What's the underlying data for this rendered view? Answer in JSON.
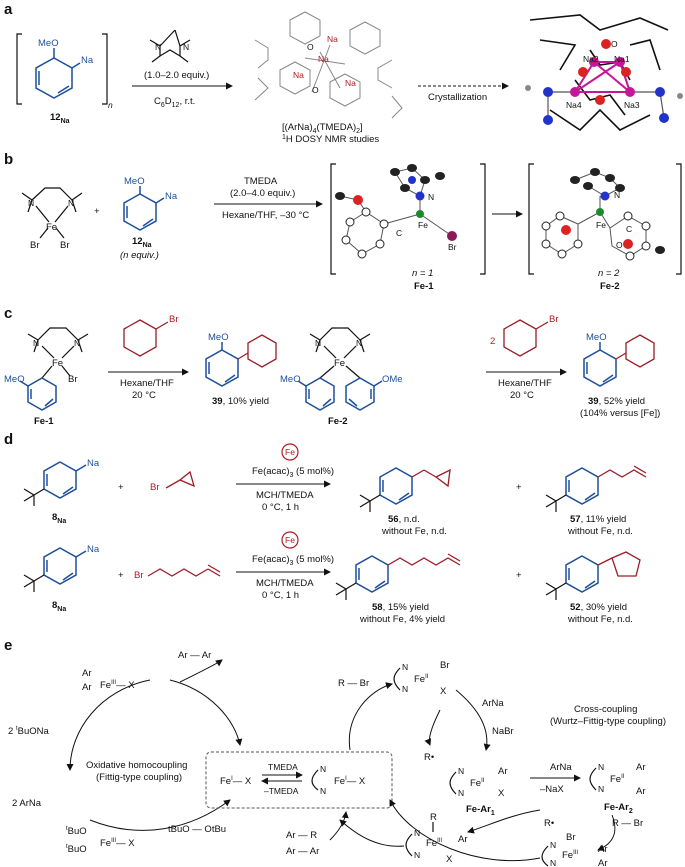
{
  "panels": {
    "a": {
      "letter": "a",
      "ome": "MeO",
      "na": "Na",
      "n_sub": "n",
      "compound": "12",
      "compound_sub": "Na",
      "reagent_equiv": "(1.0–2.0 equiv.)",
      "solvent_main": "C",
      "solvent_sub1": "6",
      "solvent_mid": "D",
      "solvent_sub2": "12",
      "solvent_end": ", r.t.",
      "complex_formula": "[(ArNa)",
      "complex_sub1": "4",
      "complex_mid": "(TMEDA)",
      "complex_sub2": "2",
      "complex_end": "]",
      "nmr_sup": "1",
      "nmr_text": "H DOSY NMR studies",
      "crystallization": "Crystallization",
      "atom_labels": [
        "Na",
        "Na",
        "Na",
        "Na",
        "O",
        "O"
      ],
      "crystal_labels": [
        "O",
        "Na2",
        "Na1",
        "Na4",
        "Na3"
      ]
    },
    "b": {
      "letter": "b",
      "fe": "Fe",
      "br1": "Br",
      "br2": "Br",
      "plus": "+",
      "ome": "MeO",
      "na": "Na",
      "compound": "12",
      "compound_sub": "Na",
      "n_equiv": "(n equiv.)",
      "tmeda": "TMEDA",
      "tmeda_equiv": "(2.0–4.0 equiv.)",
      "conditions": "Hexane/THF, –30 °C",
      "n1": "n = 1",
      "fe1": "Fe-1",
      "n2": "n = 2",
      "fe2": "Fe-2",
      "xlabels1": [
        "N",
        "Fe",
        "C",
        "Br"
      ],
      "xlabels2": [
        "N",
        "Fe",
        "C",
        "O"
      ]
    },
    "c": {
      "letter": "c",
      "fe": "Fe",
      "br": "Br",
      "fe1": "Fe-1",
      "cond1": "Hexane/THF",
      "temp1": "20 °C",
      "product1_num": "39",
      "product1_yield": ", 10% yield",
      "ome1": "MeO",
      "ome2": "OMe",
      "fe2": "Fe-2",
      "two": "2",
      "cond2": "Hexane/THF",
      "temp2": "20 °C",
      "product2_num": "39",
      "product2_yield": ", 52% yield",
      "product2_note": "(104% versus [Fe])",
      "ome_prod": "MeO"
    },
    "d": {
      "letter": "d",
      "na": "Na",
      "compound": "8",
      "compound_sub": "Na",
      "plus": "+",
      "br": "Br",
      "fe_circle": "Fe",
      "catalyst": "Fe(acac)",
      "catalyst_sub": "3",
      "catalyst_end": " (5 mol%)",
      "solvent": "MCH/TMEDA",
      "temp": "0 °C, 1 h",
      "row1": [
        {
          "num": "56",
          "text": ", n.d.",
          "note": "without Fe, n.d."
        },
        {
          "num": "57",
          "text": ", 11% yield",
          "note": "without Fe, n.d."
        }
      ],
      "row2": [
        {
          "num": "58",
          "text": ", 15% yield",
          "note": "without Fe, 4% yield"
        },
        {
          "num": "52",
          "text": ", 30% yield",
          "note": "without Fe, n.d."
        }
      ]
    },
    "e": {
      "letter": "e",
      "ar_ar_top": "Ar — Ar",
      "fe3_x": "Fe",
      "fe3_sup": "III",
      "x": "— X",
      "ar": "Ar",
      "buona": "2 ",
      "buona_sup": "t",
      "buona_end": "BuONa",
      "arna2": "2 ArNa",
      "homo_title": "Oxidative homocoupling",
      "homo_sub": "(Fittig-type coupling)",
      "buo": "BuO",
      "buo_sup": "t",
      "tbuo_otbu": "tBuO — OtBu",
      "fe1_x": "Fe",
      "fe1_sup": "I",
      "tmeda": "TMEDA",
      "minus_tmeda": "–TMEDA",
      "n": "N",
      "r_br": "R — Br",
      "fe2_sup": "II",
      "br": "Br",
      "arna": "ArNa",
      "nabr": "NaBr",
      "r_dot": "R•",
      "fe_ar1": "Fe-Ar",
      "fe_ar1_sub": "1",
      "minus_nax": "–NaX",
      "fe_ar2": "Fe-Ar",
      "fe_ar2_sub": "2",
      "cross_title": "Cross-coupling",
      "cross_sub": "(Wurtz–Fittig-type coupling)",
      "ar_r": "Ar — R",
      "ar_ar_bottom": "Ar — Ar",
      "r": "R"
    }
  }
}
